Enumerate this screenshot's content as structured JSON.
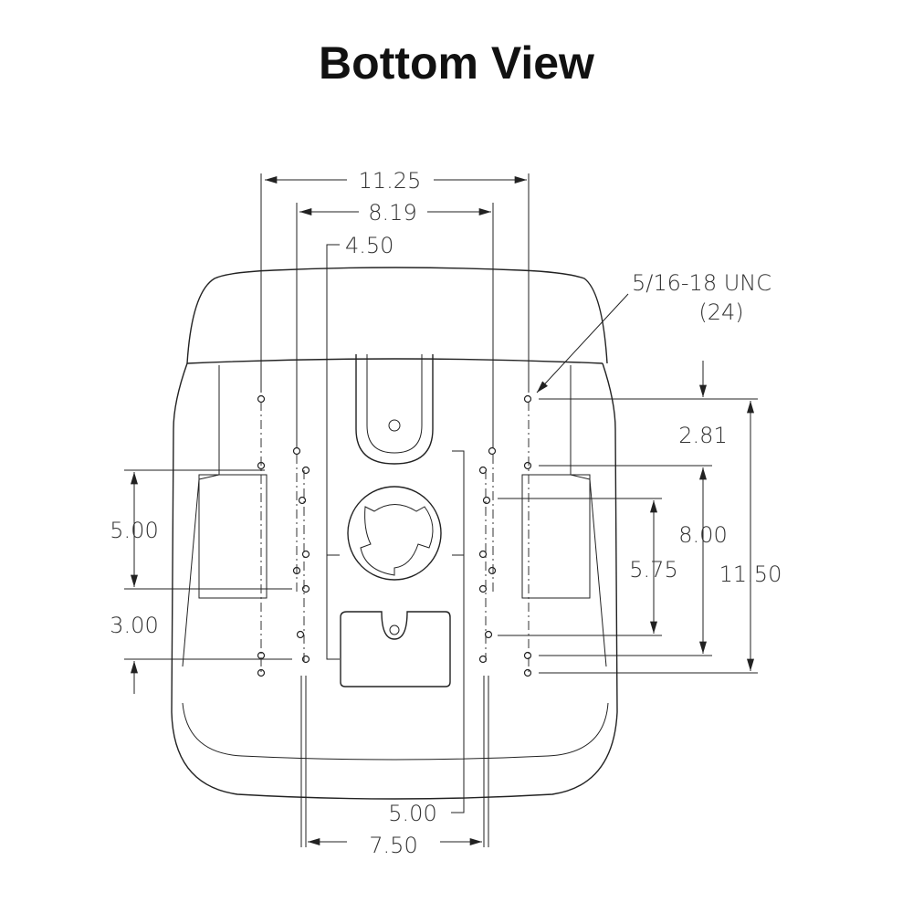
{
  "title": "Bottom View",
  "dimensions": {
    "width_outer": "11.25",
    "width_middle": "8.19",
    "offset_center": "4.50",
    "thread_spec": "5/16-18 UNC",
    "thread_count": "(24)",
    "right_top": "2.81",
    "right_mid": "8.00",
    "right_inner": "5.75",
    "right_outer": "11.50",
    "left_upper": "5.00",
    "left_lower": "3.00",
    "bottom_center": "5.00",
    "bottom_width": "7.50"
  }
}
